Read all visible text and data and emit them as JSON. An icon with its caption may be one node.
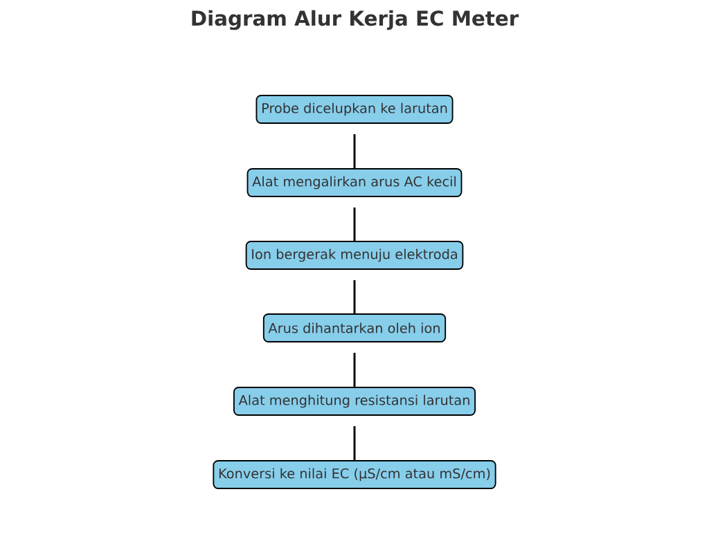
{
  "diagram": {
    "title": "Diagram Alur Kerja EC Meter",
    "nodes": [
      {
        "text": [
          "Probe dicelupkan ke larutan"
        ]
      },
      {
        "text": [
          "Alat mengalirkan arus AC kecil"
        ]
      },
      {
        "text": [
          "Ion bergerak menuju elektroda"
        ]
      },
      {
        "text": [
          "Arus dihantarkan oleh ion"
        ]
      },
      {
        "text": [
          "Alat menghitung resistansi larutan"
        ]
      },
      {
        "text": [
          "Konversi ke nilai EC (µS/cm atau mS/cm)"
        ]
      }
    ],
    "edges": [
      {
        "from": 0,
        "to": 1,
        "arrow": "none"
      },
      {
        "from": 1,
        "to": 2,
        "arrow": "none"
      },
      {
        "from": 2,
        "to": 3,
        "arrow": "none"
      },
      {
        "from": 3,
        "to": 4,
        "arrow": "none"
      },
      {
        "from": 4,
        "to": 5,
        "arrow": "none"
      }
    ]
  }
}
